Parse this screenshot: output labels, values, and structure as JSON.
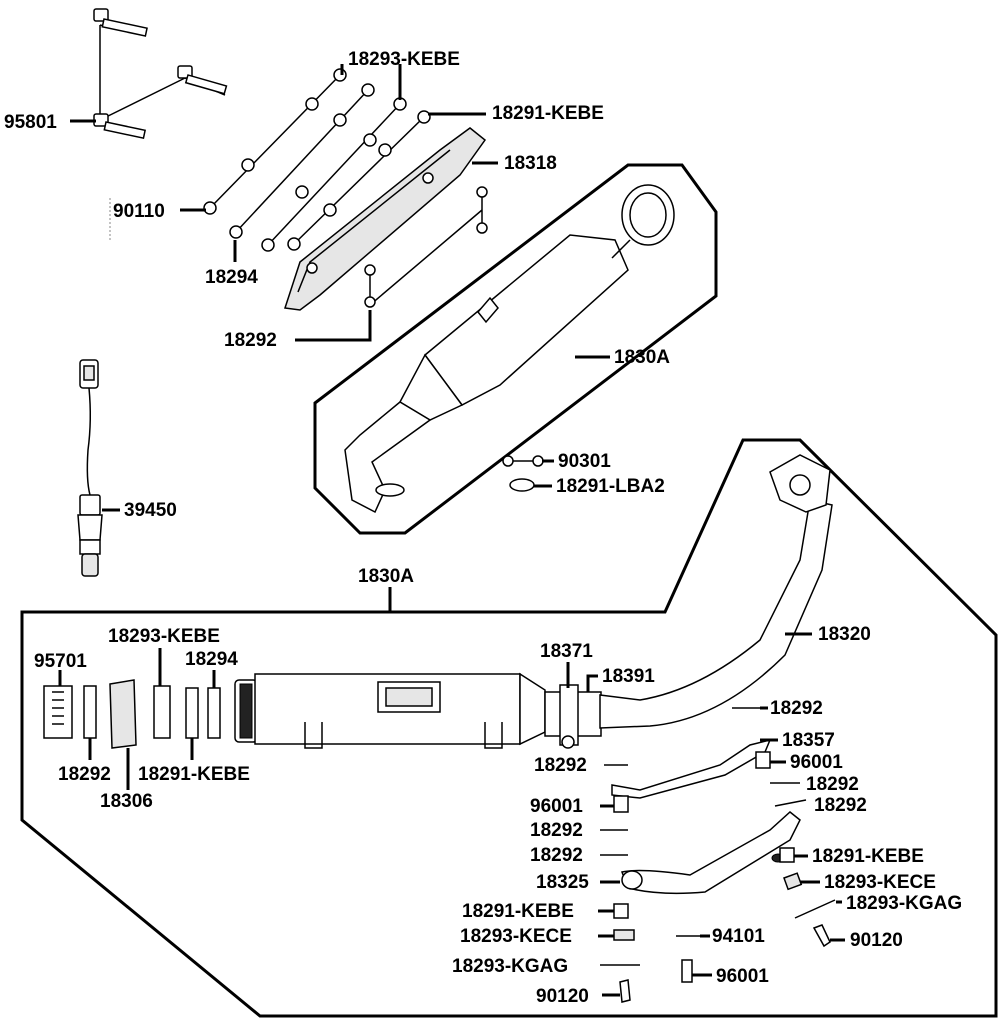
{
  "labels": {
    "l95801": "95801",
    "l18293_kebe_top": "18293-KEBE",
    "l18291_kebe_top": "18291-KEBE",
    "l18318": "18318",
    "l90110": "90110",
    "l18294_top": "18294",
    "l18292_top": "18292",
    "l1830a_top": "1830A",
    "l39450": "39450",
    "l90301": "90301",
    "l18291_lba2": "18291-LBA2",
    "l1830a_bottom": "1830A",
    "l18293_kebe_left": "18293-KEBE",
    "l95701": "95701",
    "l18294_left": "18294",
    "l18292_left": "18292",
    "l18291_kebe_left": "18291-KEBE",
    "l18306": "18306",
    "l18371": "18371",
    "l18391": "18391",
    "l18320": "18320",
    "l18292_r1": "18292",
    "l18357": "18357",
    "l18292_c1": "18292",
    "l96001_r1": "96001",
    "l18292_r2": "18292",
    "l96001_c": "96001",
    "l18292_r3": "18292",
    "l18292_c2": "18292",
    "l18292_c3": "18292",
    "l18291_kebe_r": "18291-KEBE",
    "l18325": "18325",
    "l18293_kece_r": "18293-KECE",
    "l18293_kgag_r": "18293-KGAG",
    "l18291_kebe_c": "18291-KEBE",
    "l18293_kece_c": "18293-KECE",
    "l94101": "94101",
    "l90120_r": "90120",
    "l18293_kgag_c": "18293-KGAG",
    "l96001_b": "96001",
    "l90120_c": "90120"
  }
}
